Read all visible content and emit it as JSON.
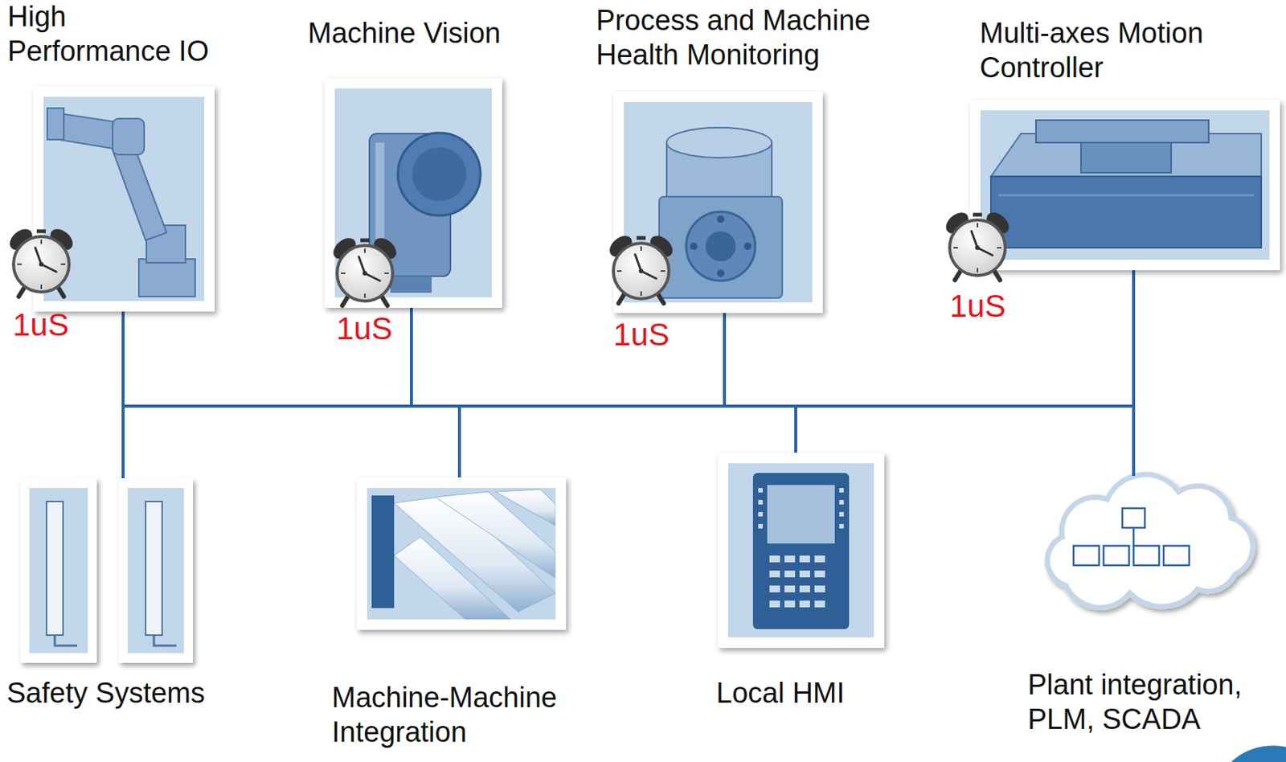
{
  "diagram": {
    "nodes": [
      {
        "text": [
          "High Performance IO"
        ]
      },
      {
        "text": [
          "Machine Vision"
        ]
      },
      {
        "text": [
          "Process and Machine Health Monitoring"
        ]
      },
      {
        "text": [
          "Multi-axes Motion Controller"
        ]
      },
      {
        "text": [
          "Safety Systems"
        ]
      },
      {
        "text": [
          "Machine-Machine Integration"
        ]
      },
      {
        "text": [
          "Local HMI"
        ]
      },
      {
        "text": [
          "Plant integration, PLM, SCADA"
        ]
      }
    ],
    "edges": [
      {
        "from": 0,
        "to": 4,
        "arrow": "none"
      },
      {
        "from": 0,
        "to": 1,
        "arrow": "none"
      },
      {
        "from": 1,
        "to": 5,
        "arrow": "none"
      },
      {
        "from": 5,
        "to": 2,
        "arrow": "none"
      },
      {
        "from": 2,
        "to": 6,
        "arrow": "none"
      },
      {
        "from": 6,
        "to": 3,
        "arrow": "none"
      },
      {
        "from": 3,
        "to": 7,
        "arrow": "none"
      }
    ],
    "labels": [
      "1uS",
      "1uS",
      "1uS",
      "1uS"
    ]
  }
}
